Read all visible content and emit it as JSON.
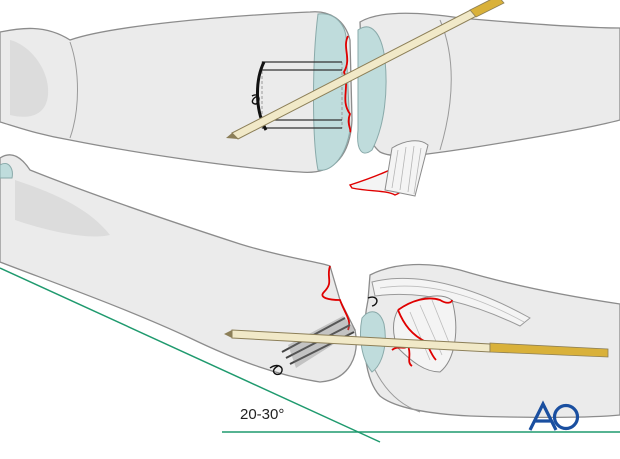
{
  "annotation": {
    "angle_label": "20-30°",
    "logo_text": "AO"
  },
  "colors": {
    "background": "#ffffff",
    "bone_fill": "#ebebeb",
    "bone_outline": "#8c8c8c",
    "cartilage": "#bfdcdc",
    "fracture_line": "#e00000",
    "guide_line": "#1f9a6e",
    "k_wire": "#f1e9c8",
    "k_wire_metal_tip": "#d9b13a",
    "logo": "#1a4fa0",
    "tendon": "#f4f4f4"
  },
  "icons": [
    "ao-foundation-logo"
  ]
}
